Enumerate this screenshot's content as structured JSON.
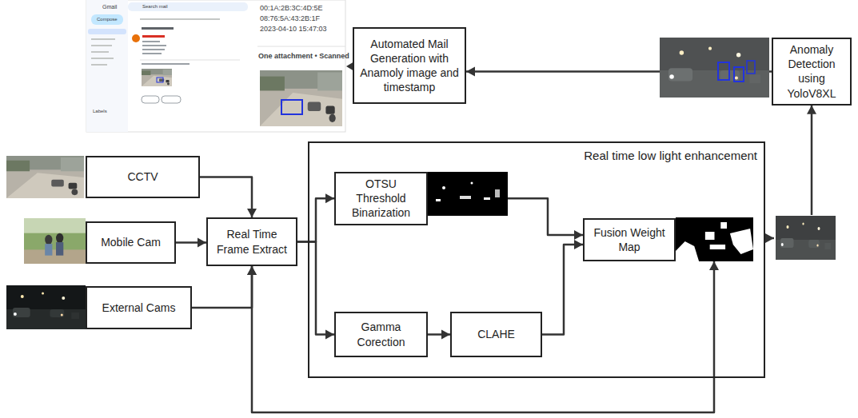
{
  "diagram": {
    "nodes": [
      {
        "text": [
          "Automated Mail Generation with Anamoly image and timestamp"
        ]
      },
      {
        "text": [
          "Anomaly Detection using YoloV8XL"
        ]
      },
      {
        "text": [
          "CCTV"
        ]
      },
      {
        "text": [
          "Mobile Cam"
        ]
      },
      {
        "text": [
          "External Cams"
        ]
      },
      {
        "text": [
          "Real Time Frame Extract"
        ]
      },
      {
        "text": [
          "Real time low light enhancement"
        ]
      },
      {
        "text": [
          "OTSU Threshold Binarization"
        ],
        "in": 6
      },
      {
        "text": [
          "Gamma Corection"
        ],
        "in": 6
      },
      {
        "text": [
          "CLAHE"
        ],
        "in": 6
      },
      {
        "text": [
          "Fusion Weight Map"
        ],
        "in": 6
      }
    ],
    "edges": [
      {
        "from": 2,
        "to": 5,
        "arrow": "to"
      },
      {
        "from": 3,
        "to": 5,
        "arrow": "to"
      },
      {
        "from": 4,
        "to": 5,
        "arrow": "to"
      },
      {
        "from": 5,
        "to": 7,
        "arrow": "to"
      },
      {
        "from": 5,
        "to": 8,
        "arrow": "to"
      },
      {
        "from": 8,
        "to": 9,
        "arrow": "to"
      },
      {
        "from": 7,
        "to": 10,
        "arrow": "to"
      },
      {
        "from": 9,
        "to": 10,
        "arrow": "to"
      },
      {
        "from": 10,
        "to": 5,
        "arrow": "both"
      },
      {
        "from": 6,
        "to": 1,
        "arrow": "to"
      },
      {
        "from": 1,
        "to": 0,
        "arrow": "to"
      }
    ],
    "labels": [
      "00:1A:2B:3C:4D:5E",
      "08:76:5A:43:2B:1F",
      "2023-04-10 15:47:03",
      "One attachment • Scanned",
      "Gmail",
      "Search mail",
      "Compose",
      "Labels"
    ]
  }
}
